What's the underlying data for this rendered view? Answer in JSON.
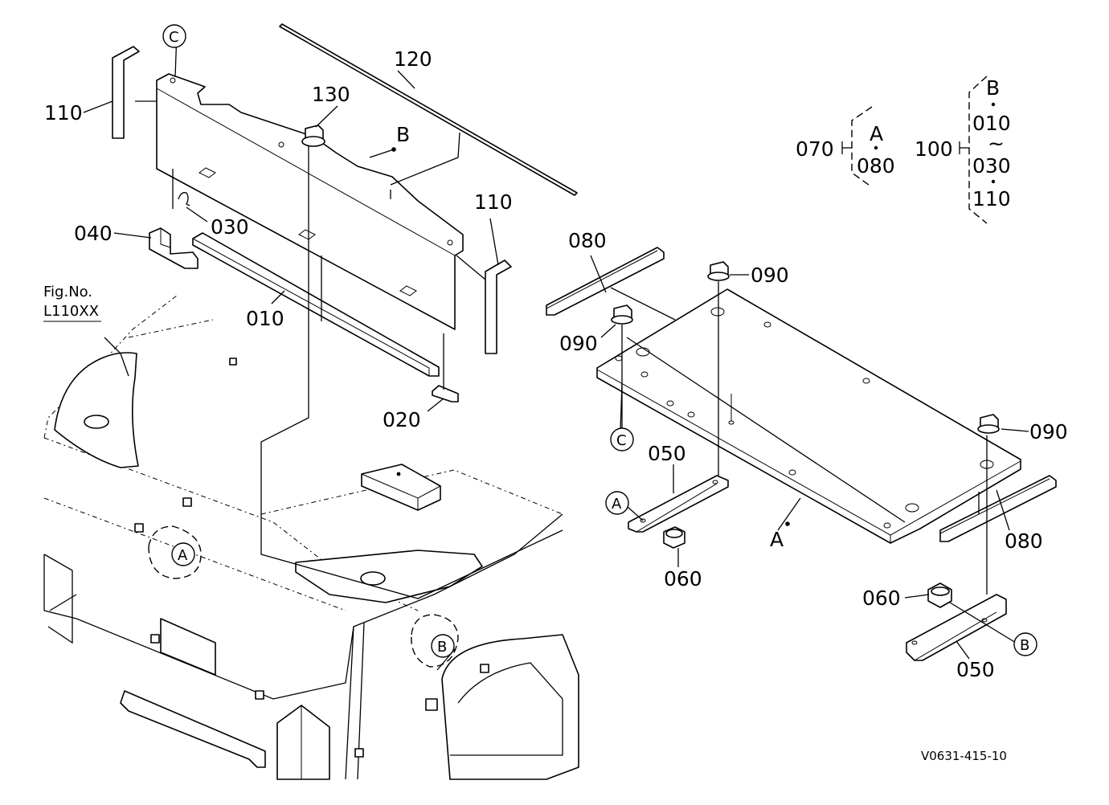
{
  "parts": {
    "p010": "010",
    "p020": "020",
    "p030": "030",
    "p040": "040",
    "p050a": "050",
    "p050b": "050",
    "p060a": "060",
    "p060b": "060",
    "p080a": "080",
    "p080b": "080",
    "p090a": "090",
    "p090b": "090",
    "p090c": "090",
    "p110a": "110",
    "p110b": "110",
    "p120": "120",
    "p130": "130"
  },
  "refs": {
    "a": "A",
    "b": "B",
    "c": "C"
  },
  "figure_ref": {
    "line1": "Fig.No.",
    "line2": "L110XX"
  },
  "groups": {
    "g070": {
      "label": "070",
      "top": "A",
      "bottom": "080"
    },
    "g100": {
      "label": "100",
      "top": "B",
      "first": "010",
      "range_mark": "~",
      "middle": "030",
      "last": "110"
    }
  },
  "drawing_code": "V0631-415-10"
}
